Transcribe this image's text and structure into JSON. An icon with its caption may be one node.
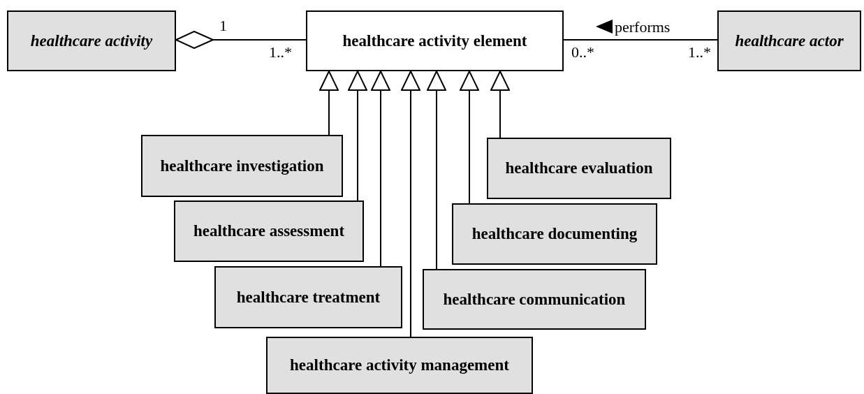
{
  "diagram": {
    "nodes": [
      {
        "text": [
          "healthcare activity"
        ]
      },
      {
        "text": [
          "healthcare activity element"
        ]
      },
      {
        "text": [
          "healthcare actor"
        ]
      },
      {
        "text": [
          "healthcare investigation"
        ]
      },
      {
        "text": [
          "healthcare assessment"
        ]
      },
      {
        "text": [
          "healthcare treatment"
        ]
      },
      {
        "text": [
          "healthcare activity management"
        ]
      },
      {
        "text": [
          "healthcare communication"
        ]
      },
      {
        "text": [
          "healthcare documenting"
        ]
      },
      {
        "text": [
          "healthcare evaluation"
        ]
      }
    ],
    "edges": [
      {
        "from": 0,
        "to": 1,
        "arrow": "other"
      },
      {
        "from": 1,
        "to": 2,
        "arrow": "none",
        "label": "performs"
      },
      {
        "from": 3,
        "to": 1,
        "arrow": "to"
      },
      {
        "from": 4,
        "to": 1,
        "arrow": "to"
      },
      {
        "from": 5,
        "to": 1,
        "arrow": "to"
      },
      {
        "from": 6,
        "to": 1,
        "arrow": "to"
      },
      {
        "from": 7,
        "to": 1,
        "arrow": "to"
      },
      {
        "from": 8,
        "to": 1,
        "arrow": "to"
      },
      {
        "from": 9,
        "to": 1,
        "arrow": "to"
      }
    ],
    "labels": [
      "1",
      "1..*",
      "0..*",
      "1..*"
    ]
  }
}
